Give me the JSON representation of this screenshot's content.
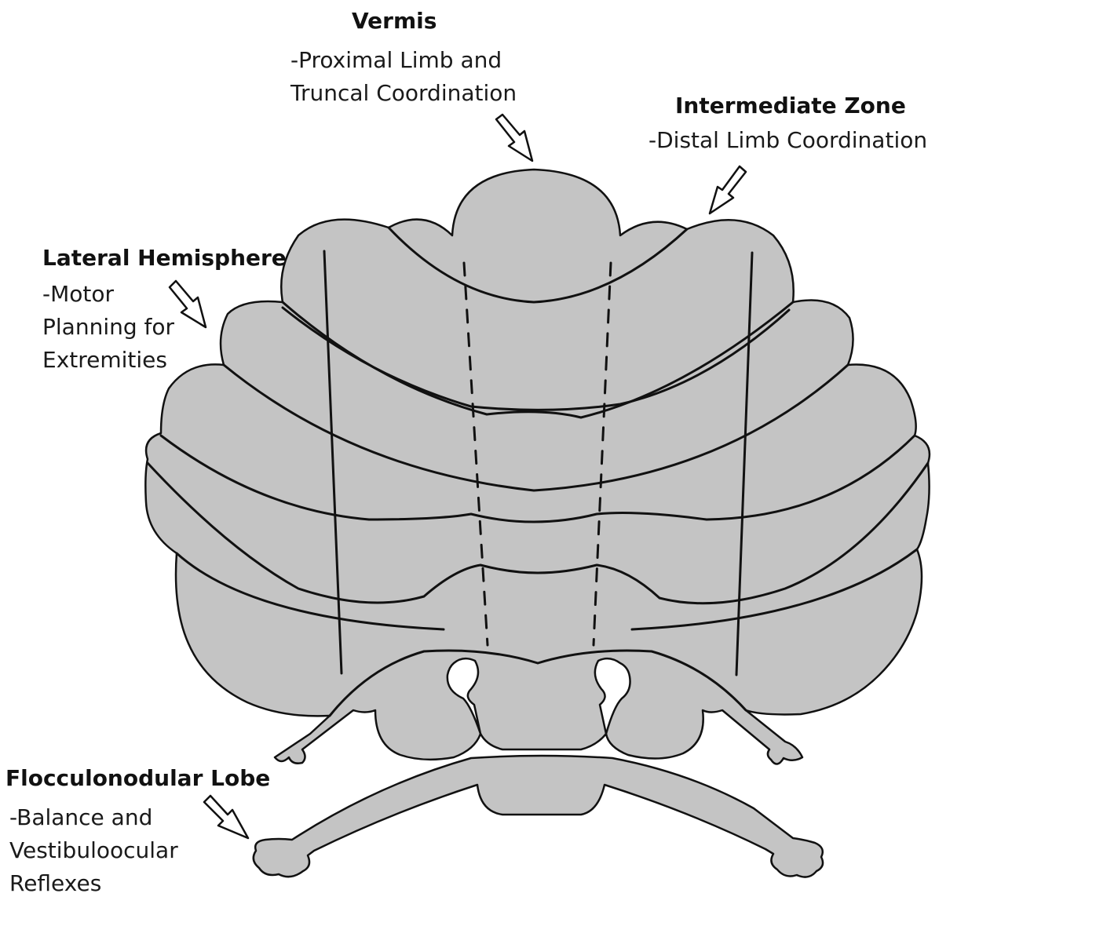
{
  "labels": {
    "vermis": {
      "title": "Vermis",
      "description": "-Proximal Limb and Truncal Coordination"
    },
    "intermediate_zone": {
      "title": "Intermediate Zone",
      "description": "-Distal Limb Coordination"
    },
    "lateral_hemisphere": {
      "title": "Lateral Hemisphere",
      "description": "-Motor Planning for Extremities"
    },
    "flocculonodular_lobe": {
      "title": "Flocculonodular Lobe",
      "description": "-Balance and Vestibuloocular Reflexes"
    }
  },
  "colors": {
    "tissue_fill": "#c4c4c4",
    "outline": "#111111",
    "arrow_fill": "#ffffff"
  }
}
